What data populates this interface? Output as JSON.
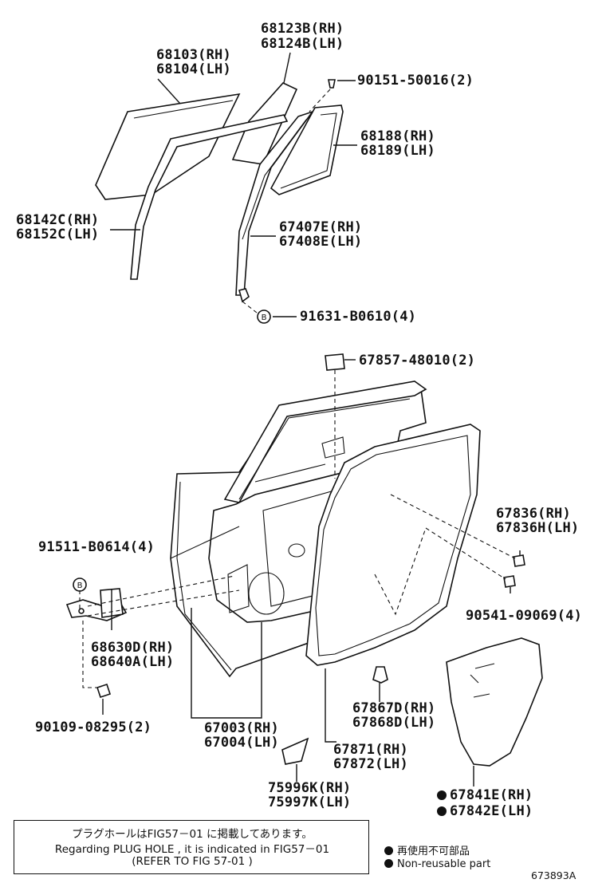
{
  "labels": {
    "glass": [
      "68103(RH)",
      "68104(LH)"
    ],
    "quarter_glass": [
      "68123B(RH)",
      "68124B(LH)"
    ],
    "screw_top": [
      "90151-50016(2)"
    ],
    "quarter_frame": [
      "68188(RH)",
      "68189(LH)"
    ],
    "run_channel": [
      "68142C(RH)",
      "68152C(LH)"
    ],
    "division_bar": [
      "67407E(RH)",
      "67408E(LH)"
    ],
    "clip_bolt": [
      "91631-B0610(4)"
    ],
    "clip_top": [
      "67857-48010(2)"
    ],
    "cushion": [
      "67836(RH)",
      "67836H(LH)"
    ],
    "hinge_bolt": [
      "91511-B0614(4)"
    ],
    "hinge": [
      "68630D(RH)",
      "68640A(LH)"
    ],
    "grommet": [
      "90541-09069(4)"
    ],
    "hinge_screw": [
      "90109-08295(2)"
    ],
    "door_panel": [
      "67003(RH)",
      "67004(LH)"
    ],
    "clip": [
      "67867D(RH)",
      "67868D(LH)"
    ],
    "weatherstrip": [
      "67871(RH)",
      "67872(LH)"
    ],
    "cover": [
      "75996K(RH)",
      "75997K(LH)"
    ],
    "service_hole_cover": [
      "67841E(RH)",
      "67842E(LH)"
    ]
  },
  "note": {
    "line1": "プラグホールはFIG57－01 に掲載してあります。",
    "line2": "Regarding  PLUG HOLE , it is indicated in FIG57－01",
    "line3": "(REFER TO FIG 57-01 )"
  },
  "legend": {
    "line1": "再使用不可部品",
    "line2": "Non-reusable part"
  },
  "reference": "673893A"
}
